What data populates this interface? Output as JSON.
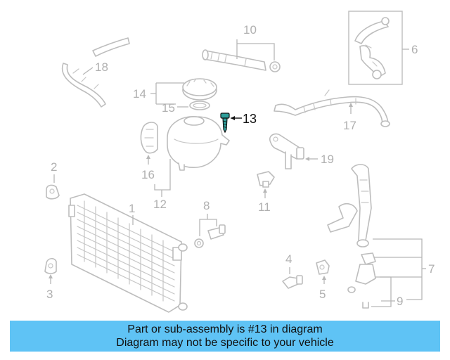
{
  "diagram": {
    "highlight_color": "#2e9f9b",
    "banner_color": "#5fc3f5",
    "callouts": {
      "c1": "1",
      "c2": "2",
      "c3": "3",
      "c4": "4",
      "c5": "5",
      "c6": "6",
      "c7": "7",
      "c8": "8",
      "c9": "9",
      "c10": "10",
      "c11": "11",
      "c12": "12",
      "c13": "13",
      "c14": "14",
      "c15": "15",
      "c16": "16",
      "c17": "17",
      "c18": "18",
      "c19": "19"
    }
  },
  "banner": {
    "line1": "Part or sub-assembly is #13 in diagram",
    "line2": "Diagram may not be specific to your vehicle"
  }
}
